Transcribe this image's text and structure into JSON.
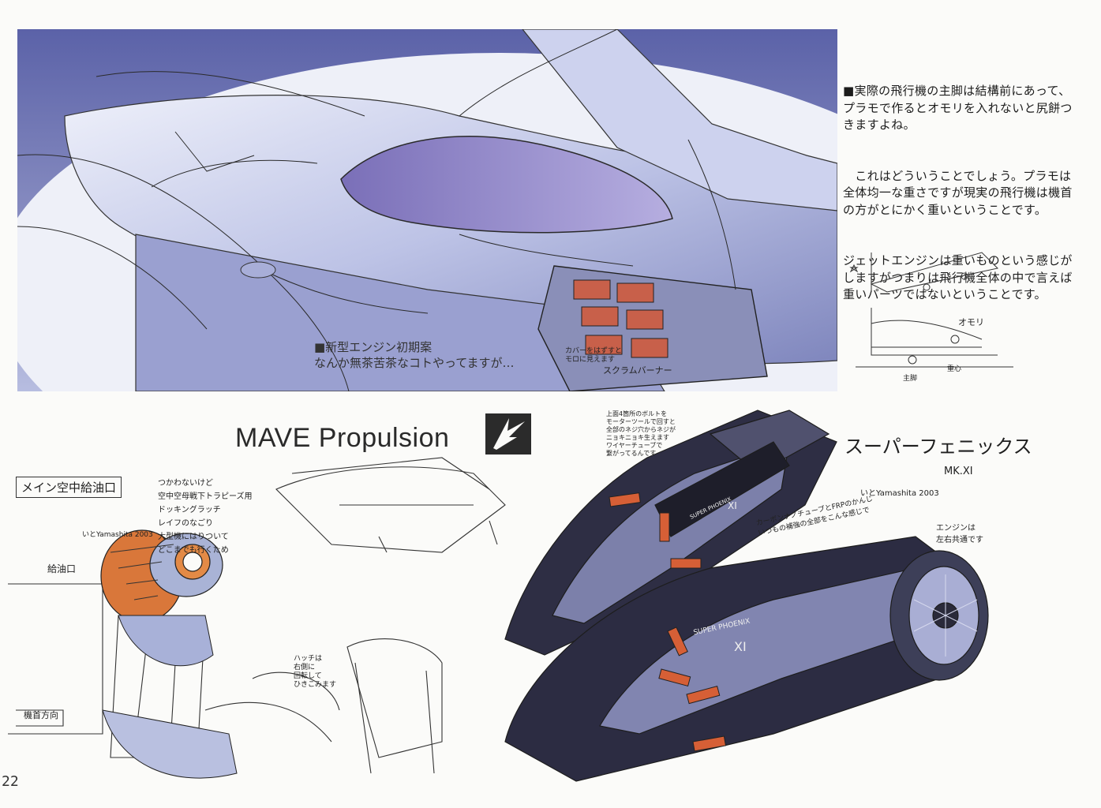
{
  "commentary": {
    "paragraphs": [
      "■実際の飛行機の主脚は結構前にあって、プラモで作るとオモリを入れないと尻餅つきますよね。",
      "　これはどういうことでしょう。プラモは全体均一な重さですが現実の飛行機は機首の方がとにかく重いということです。",
      "ジェットエンジンは重いものという感じがしますがつまりは飛行機全体の中で言えば重いパーツではないということです。"
    ]
  },
  "weight_sketch_label": "オモリ",
  "weight_sketch_notes": [
    "主脚",
    "重心"
  ],
  "top_caption": {
    "line1": "■新型エンジン初期案",
    "line2": "なんか無茶苦茶なコトやってますが…"
  },
  "top_notes": {
    "scram": "スクラムバーナー",
    "small_left": "カバーをはずすと\nモロに見えます"
  },
  "brand": {
    "title": "MAVE Propulsion"
  },
  "left_sketch": {
    "title": "メイン空中給油口",
    "note": "つかわないけど\n空中空母戦下トラピーズ用\nドッキングラッチ\nレイフのなごり\n大型機にはりついて\nどこまでも行くため",
    "label_port": "給油口",
    "label_direction": "機首方向",
    "label_hatch": "ハッチは\n右側に\n回転して\nひきこみます",
    "signature": "いとYamashita 2003"
  },
  "right_sketch": {
    "title": "スーパーフェニックス",
    "subtitle": "MK.XI",
    "signature": "いとYamashita 2003",
    "note_engines": "エンジンは\n左右共通です",
    "note_bolts": "上面4箇所のボルトを\nモーターツールで回すと\n全部のネジ穴からネジが\nニョキニョキ生えます\nワイヤーチューブで\n繋がってるんです",
    "note_carbon": "カーボンナノチューブとFRPのかんじ\nいつもの補強の全部をこんな感じで",
    "engine_label": "SUPER PHOENIX",
    "engine_mark": "XI"
  },
  "page_number": "22"
}
